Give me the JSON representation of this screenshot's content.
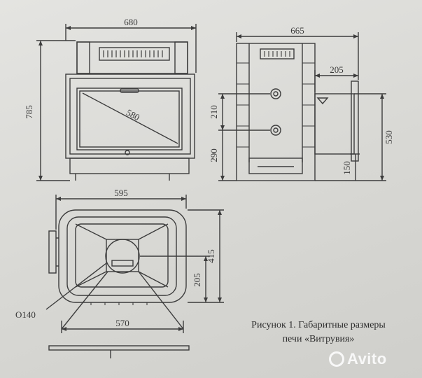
{
  "front_view": {
    "width_label": "680",
    "height_label": "785",
    "glass_diagonal_label": "580"
  },
  "side_view": {
    "depth_label": "665",
    "tank_offset_label": "205",
    "upper_spacing_label": "210",
    "lower_height_label": "290",
    "tank_height_label": "530",
    "bottom_label": "150"
  },
  "top_view": {
    "width_label": "595",
    "depth_label": "415",
    "flue_offset_label": "205",
    "base_width_label": "570",
    "flue_diameter_label": "O140"
  },
  "caption": {
    "line1": "Рисунок 1. Габаритные размеры",
    "line2": "печи «Витрувия»"
  },
  "watermark": {
    "text": "Avito"
  }
}
